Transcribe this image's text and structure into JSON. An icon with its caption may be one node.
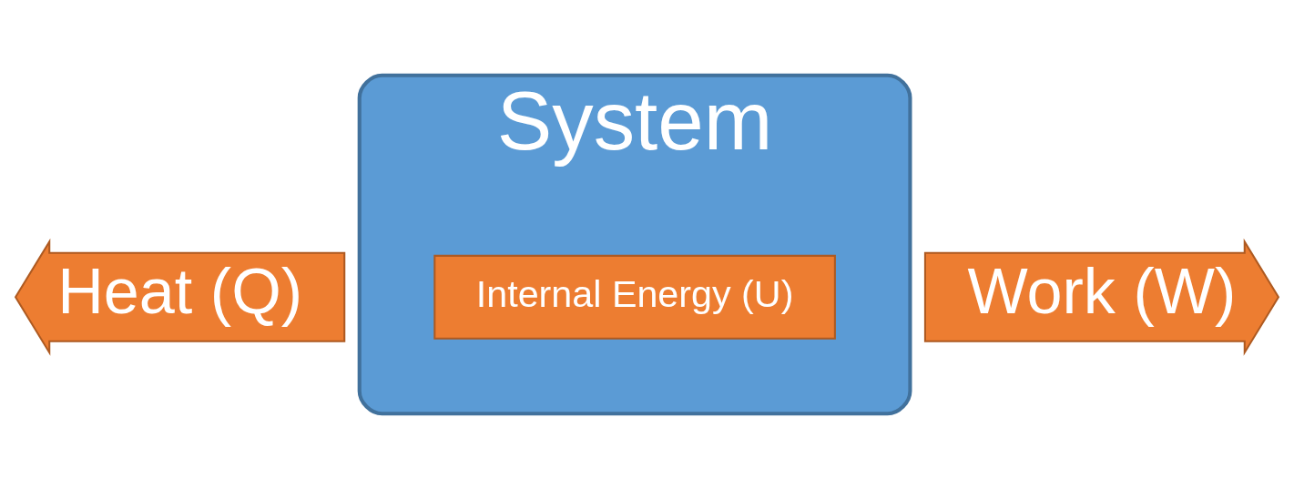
{
  "diagram": {
    "nodes": [
      {
        "text": [
          "Heat (Q)"
        ]
      },
      {
        "text": [
          "System"
        ]
      },
      {
        "text": [
          "Internal Energy (U)"
        ],
        "in": 1
      },
      {
        "text": [
          "Work (W)"
        ]
      }
    ]
  }
}
